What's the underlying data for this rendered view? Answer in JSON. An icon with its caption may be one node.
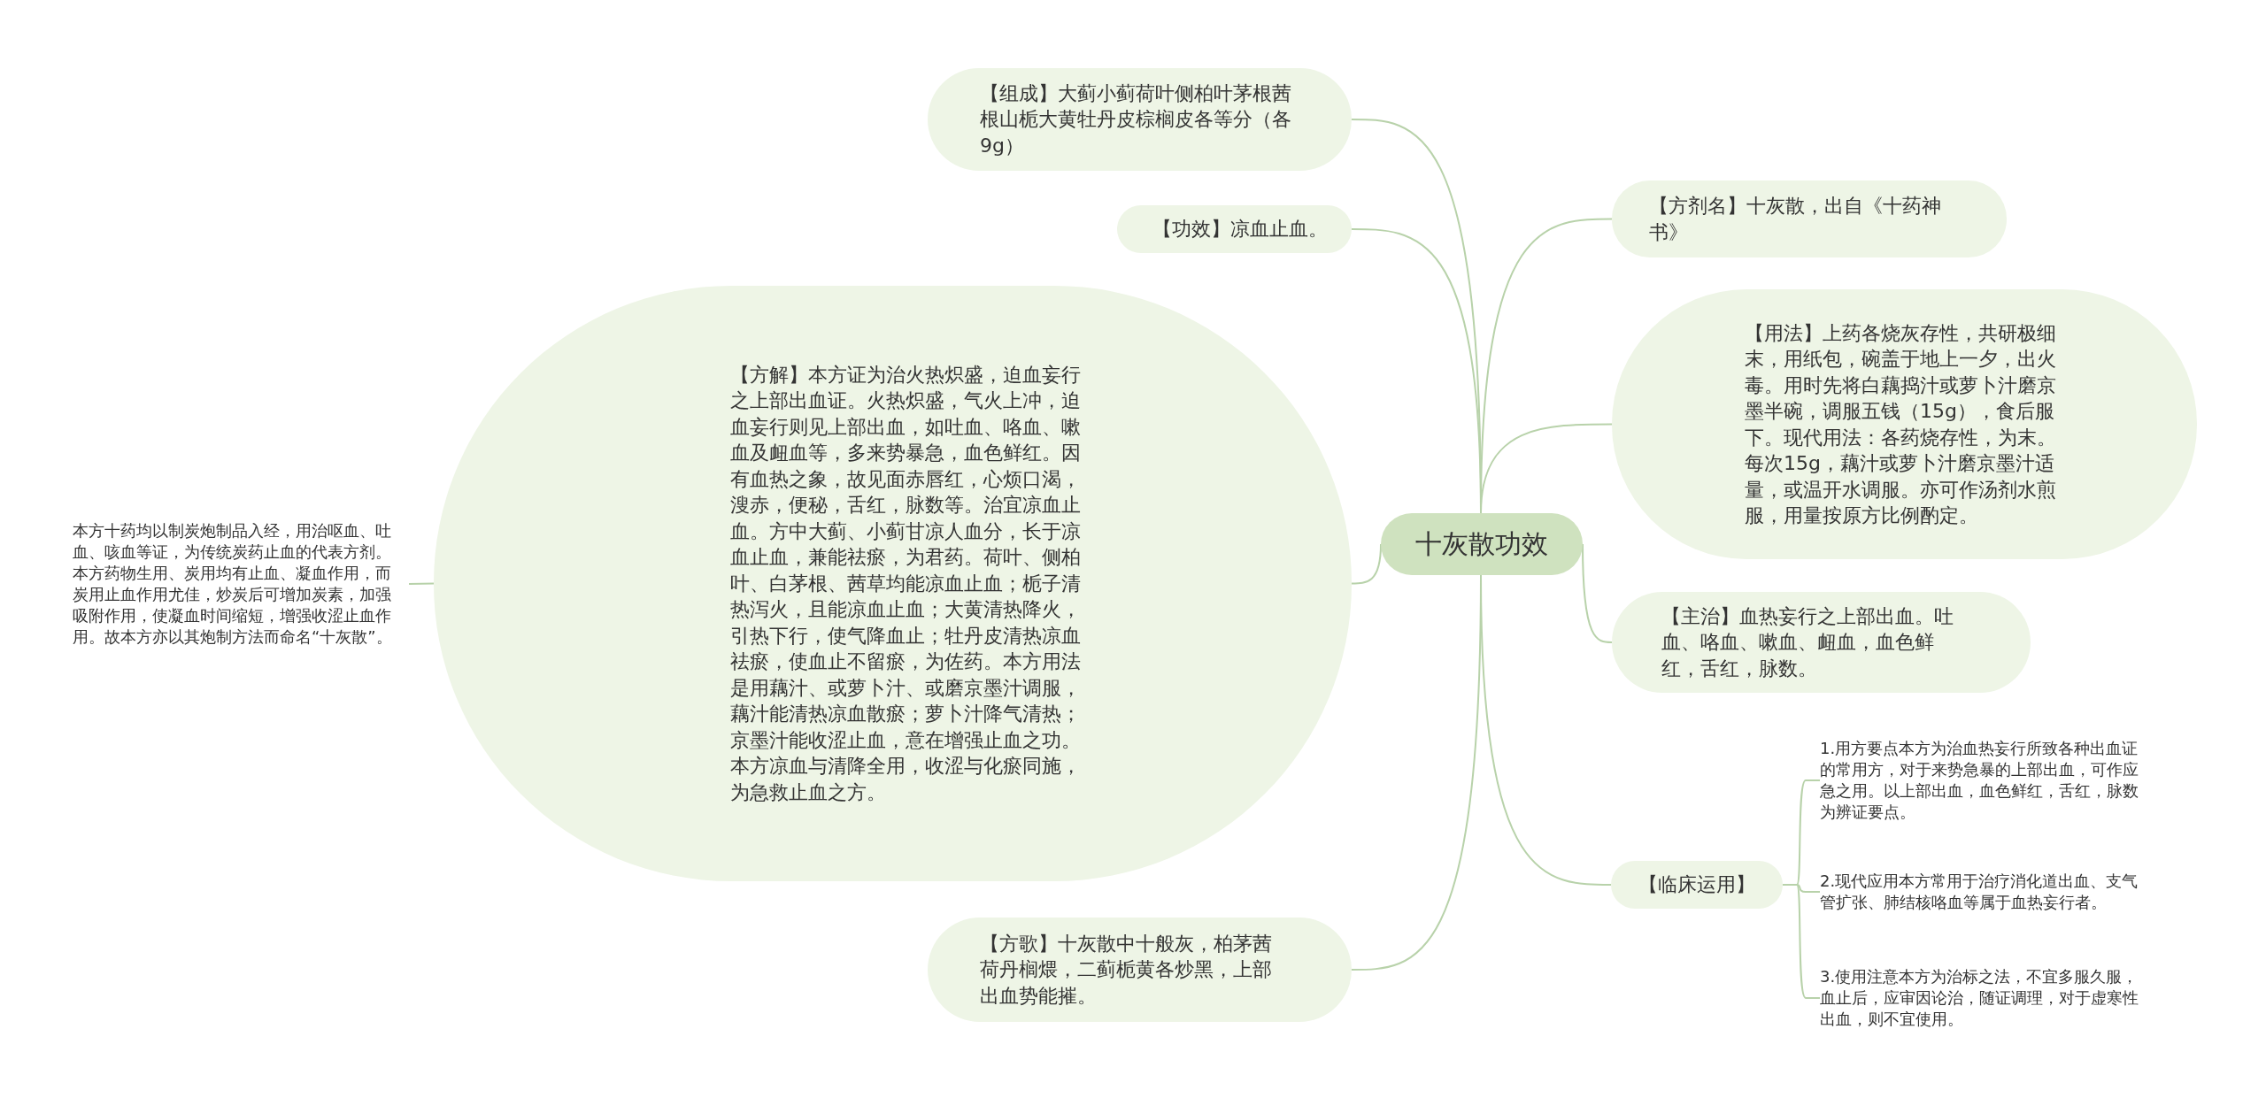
{
  "diagram": {
    "nodes": [
      {
        "text": [
          "十灰散功效"
        ]
      },
      {
        "text": [
          "【组成】大蓟小蓟荷叶侧柏叶茅根茜根山栀大黄牡丹皮棕榈皮各等分（各9g）"
        ]
      },
      {
        "text": [
          "【功效】凉血止血。"
        ]
      },
      {
        "text": [
          "【方解】本方证为治火热炽盛，迫血妄行之上部出血证。火热炽盛，气火上冲，迫血妄行则见上部出血，如吐血、咯血、嗽血及衄血等，多来势暴急，血色鲜红。因有血热之象，故见面赤唇红，心烦口渴，溲赤，便秘，舌红，脉数等。治宜凉血止血。方中大蓟、小蓟甘凉人血分，长于凉血止血，兼能祛瘀，为君药。荷叶、侧柏叶、白茅根、茜草均能凉血止血；栀子清热泻火，且能凉血止血；大黄清热降火，引热下行，使气降血止；牡丹皮清热凉血祛瘀，使血止不留瘀，为佐药。本方用法是用藕汁、或萝卜汁、或磨京墨汁调服，藕汁能清热凉血散瘀；萝卜汁降气清热；京墨汁能收涩止血，意在增强止血之功。本方凉血与清降全用，收涩与化瘀同施，为急救止血之方。"
        ]
      },
      {
        "text": [
          "本方十药均以制炭炮制品入经，用治呕血、吐血、咳血等证，为传统炭药止血的代表方剂。本方药物生用、炭用均有止血、凝血作用，而炭用止血作用尤佳，炒炭后可增加炭素，加强吸附作用，使凝血时间缩短，增强收涩止血作用。故本方亦以其炮制方法而命名“十灰散”。"
        ]
      },
      {
        "text": [
          "【方歌】十灰散中十般灰，柏茅茜荷丹榈煨，二蓟栀黄各炒黑，上部出血势能摧。"
        ]
      },
      {
        "text": [
          "【方剂名】十灰散，出自《十药神书》"
        ]
      },
      {
        "text": [
          "【用法】上药各烧灰存性，共研极细末，用纸包，碗盖于地上一夕，出火毒。用时先将白藕捣汁或萝卜汁磨京墨半碗，调服五钱（15g），食后服下。现代用法：各药烧存性，为末。每次15g，藕汁或萝卜汁磨京墨汁适量，或温开水调服。亦可作汤剂水煎服，用量按原方比例酌定。"
        ]
      },
      {
        "text": [
          "【主治】血热妄行之上部出血。吐血、咯血、嗽血、衄血，血色鲜红，舌红，脉数。"
        ]
      },
      {
        "text": [
          "【临床运用】"
        ]
      },
      {
        "text": [
          "1.用方要点本方为治血热妄行所致各种出血证的常用方，对于来势急暴的上部出血，可作应急之用。以上部出血，血色鲜红，舌红，脉数为辨证要点。"
        ]
      },
      {
        "text": [
          "2.现代应用本方常用于治疗消化道出血、支气管扩张、肺结核咯血等属于血热妄行者。"
        ]
      },
      {
        "text": [
          "3.使用注意本方为治标之法，不宜多服久服，血止后，应审因论治，随证调理，对于虚寒性出血，则不宜使用。"
        ]
      }
    ],
    "edges": [
      {
        "from": 0,
        "to": 1,
        "arrow": "none"
      },
      {
        "from": 0,
        "to": 2,
        "arrow": "none"
      },
      {
        "from": 0,
        "to": 3,
        "arrow": "none"
      },
      {
        "from": 3,
        "to": 4,
        "arrow": "none"
      },
      {
        "from": 0,
        "to": 5,
        "arrow": "none"
      },
      {
        "from": 0,
        "to": 6,
        "arrow": "none"
      },
      {
        "from": 0,
        "to": 7,
        "arrow": "none"
      },
      {
        "from": 0,
        "to": 8,
        "arrow": "none"
      },
      {
        "from": 0,
        "to": 9,
        "arrow": "none"
      },
      {
        "from": 9,
        "to": 10,
        "arrow": "none"
      },
      {
        "from": 9,
        "to": 11,
        "arrow": "none"
      },
      {
        "from": 9,
        "to": 12,
        "arrow": "none"
      }
    ]
  }
}
